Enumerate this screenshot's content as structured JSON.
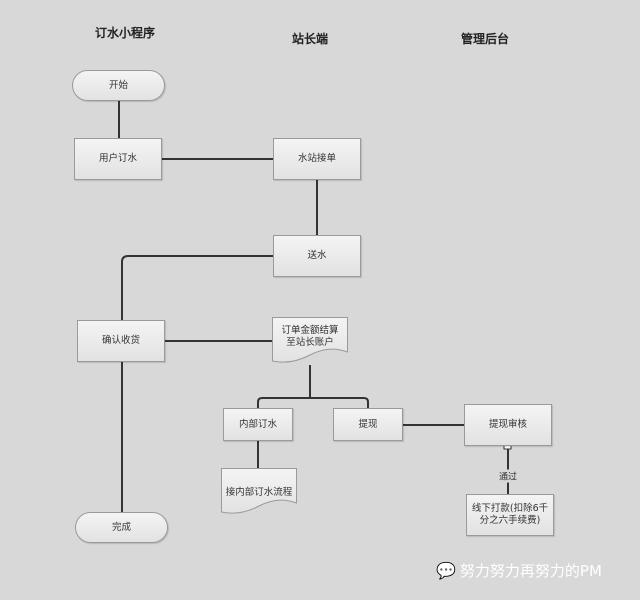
{
  "headers": {
    "miniapp": "订水小程序",
    "station": "站长端",
    "admin": "管理后台"
  },
  "nodes": {
    "start": "开始",
    "user_order": "用户订水",
    "station_accept": "水站接单",
    "deliver": "送水",
    "confirm": "确认收货",
    "settle": "订单金额结算至站长账户",
    "internal_order": "内部订水",
    "withdraw": "提现",
    "withdraw_review": "提现审核",
    "internal_flow": "接内部订水流程",
    "offline_pay": "线下打款(扣除6千分之六手续费)",
    "done": "完成"
  },
  "edge_labels": {
    "pass": "通过"
  },
  "watermark": "努力努力再努力的PM"
}
